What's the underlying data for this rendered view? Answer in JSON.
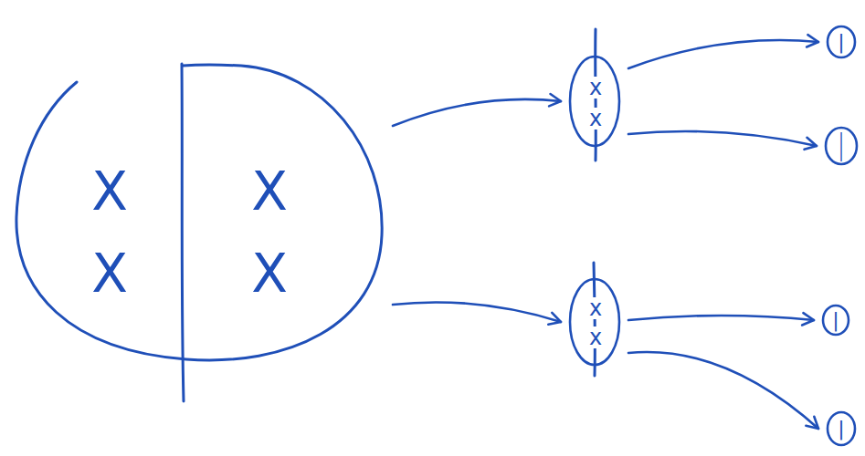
{
  "diagram": {
    "nodes": [
      {
        "text": [
          "X",
          "X",
          "X",
          "X"
        ]
      },
      {
        "text": [
          "x",
          "x"
        ]
      },
      {
        "text": [
          "x",
          "x"
        ]
      },
      {
        "text": [
          "|"
        ]
      },
      {
        "text": [
          "|",
          "|"
        ]
      },
      {
        "text": [
          "|"
        ]
      },
      {
        "text": [
          "|"
        ]
      }
    ],
    "edges": [
      {
        "from": 0,
        "to": 1,
        "arrow": "to"
      },
      {
        "from": 0,
        "to": 2,
        "arrow": "to"
      },
      {
        "from": 1,
        "to": 3,
        "arrow": "to"
      },
      {
        "from": 1,
        "to": 4,
        "arrow": "to"
      },
      {
        "from": 2,
        "to": 5,
        "arrow": "to"
      },
      {
        "from": 2,
        "to": 6,
        "arrow": "to"
      }
    ]
  }
}
